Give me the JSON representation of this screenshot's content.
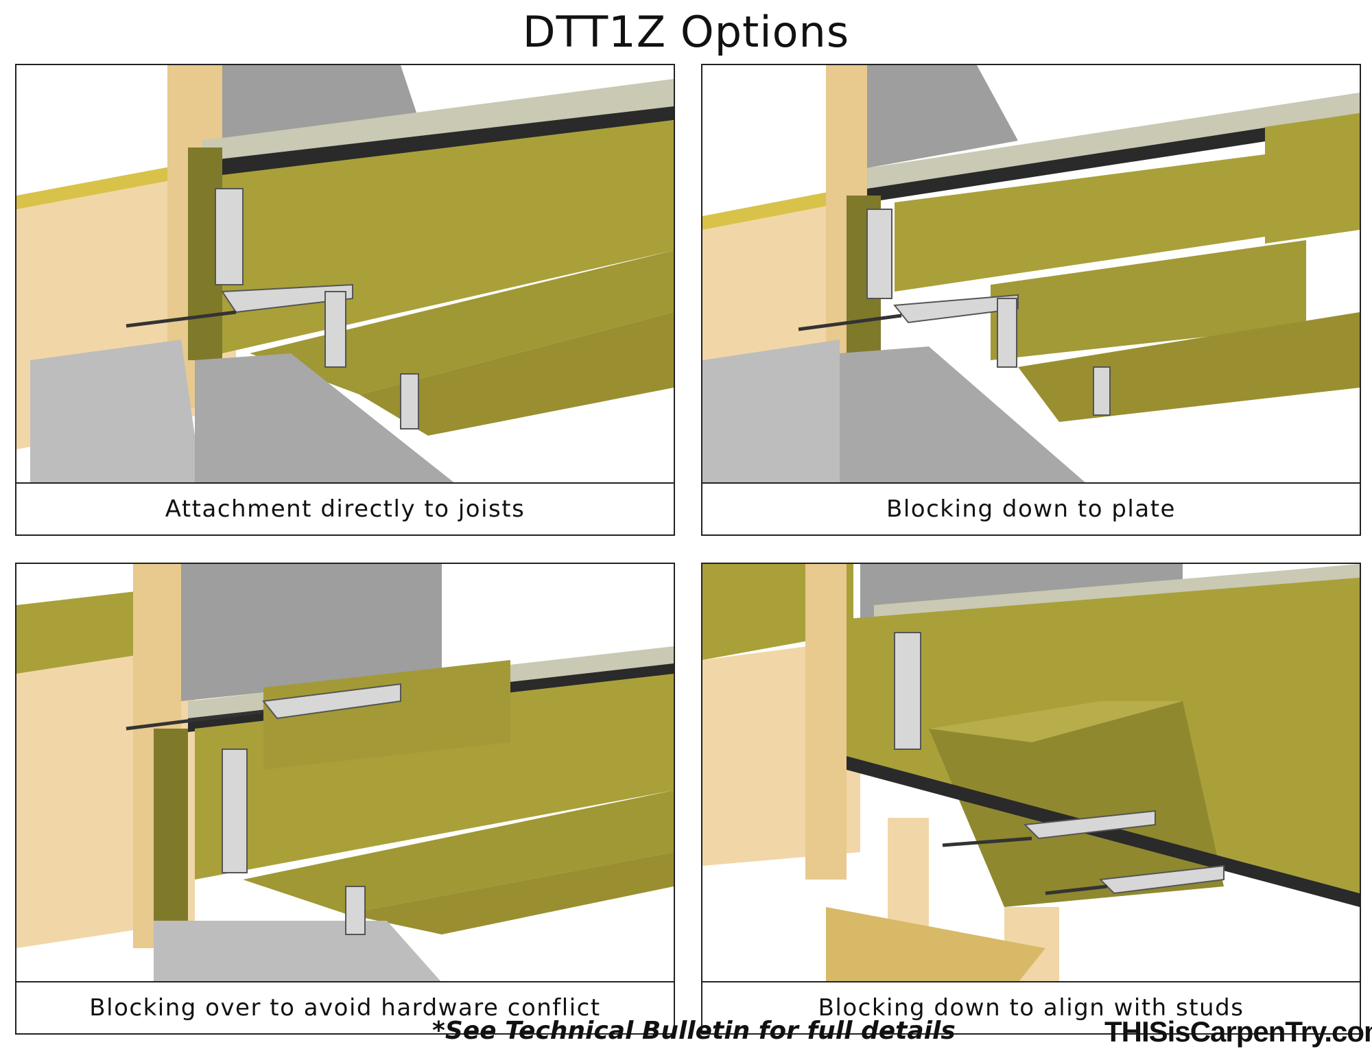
{
  "title": "DTT1Z Options",
  "panels": [
    {
      "caption": "Attachment directly to joists"
    },
    {
      "caption": "Blocking down to plate"
    },
    {
      "caption": "Blocking over to avoid hardware conflict"
    },
    {
      "caption": "Blocking down to align with studs"
    }
  ],
  "footnote": "*See Technical Bulletin for full details",
  "brand": "THISisCarpenTry.com",
  "colors": {
    "lumber": "#a9a03a",
    "lumber_dark": "#7f7a2a",
    "pine": "#f1d7a7",
    "concrete": "#bdbdbd",
    "steel": "#d7d7d7",
    "sheathing": "#d8b968"
  }
}
